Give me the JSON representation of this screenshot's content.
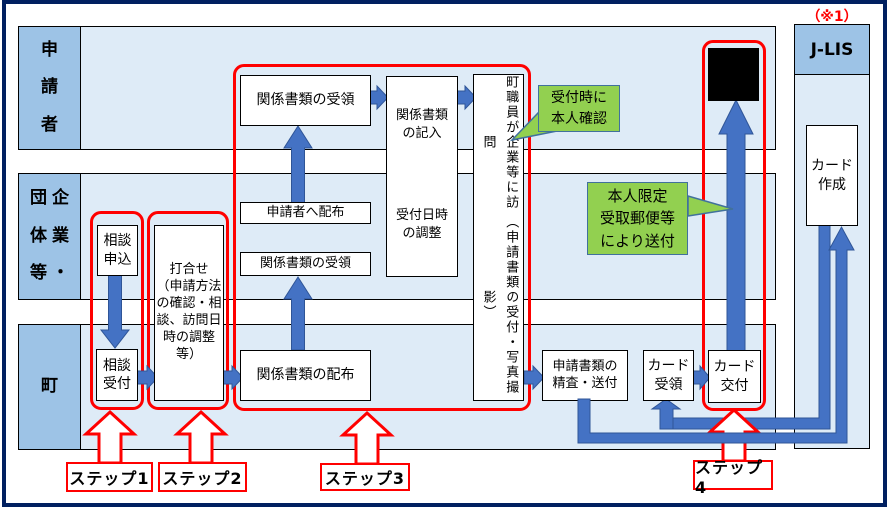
{
  "note_ref": "（※1）",
  "lanes": {
    "applicant": {
      "label": "申\n請\n者"
    },
    "company": {
      "label": "企業・団体等",
      "col_left": "団\n体\n等",
      "col_right": "企\n業\n・"
    },
    "town": {
      "label": "町"
    }
  },
  "jlis": {
    "title": "J-LIS"
  },
  "boxes": {
    "consult_apply": "相談\n申込",
    "meeting": "打合せ\n（申請方法\nの確認・相\n談、訪問日\n時の調整\n等）",
    "consult_accept": "相談\n受付",
    "docs_receive_applicant": "関係書類の受領",
    "distribute_to_applicant": "申請者へ配布",
    "docs_receive_company": "関係書類の受領",
    "docs_distribute": "関係書類の配布",
    "docs_fill": "関係書類\nの記入",
    "datetime_adjust": "受付日時\nの調整",
    "visit_col_right": "町職員が企業等に訪問",
    "visit_col_left": "（申請書類の受付・写真撮影）",
    "review_send": "申請書類の\n精査・送付",
    "card_receive": "カード\n受領",
    "card_issue": "カード\n交付",
    "card_create": "カード\n作成"
  },
  "callouts": {
    "identity_check": "受付時に\n本人確認",
    "restricted_mail": "本人限定\n受取郵便等\nにより送付"
  },
  "steps": {
    "s1": "ステップ1",
    "s2": "ステップ2",
    "s3": "ステップ3",
    "s4": "ステップ4"
  },
  "colors": {
    "frame_navy": "#002060",
    "lane_label_blue": "#9DC3E6",
    "lane_body_blue": "#DEEBF7",
    "arrow_blue": "#4472C4",
    "arrow_blue_border": "#2F5597",
    "step_red": "#FF0000",
    "callout_green": "#92D050",
    "callout_border": "#41719C",
    "photo_black": "#000000"
  }
}
